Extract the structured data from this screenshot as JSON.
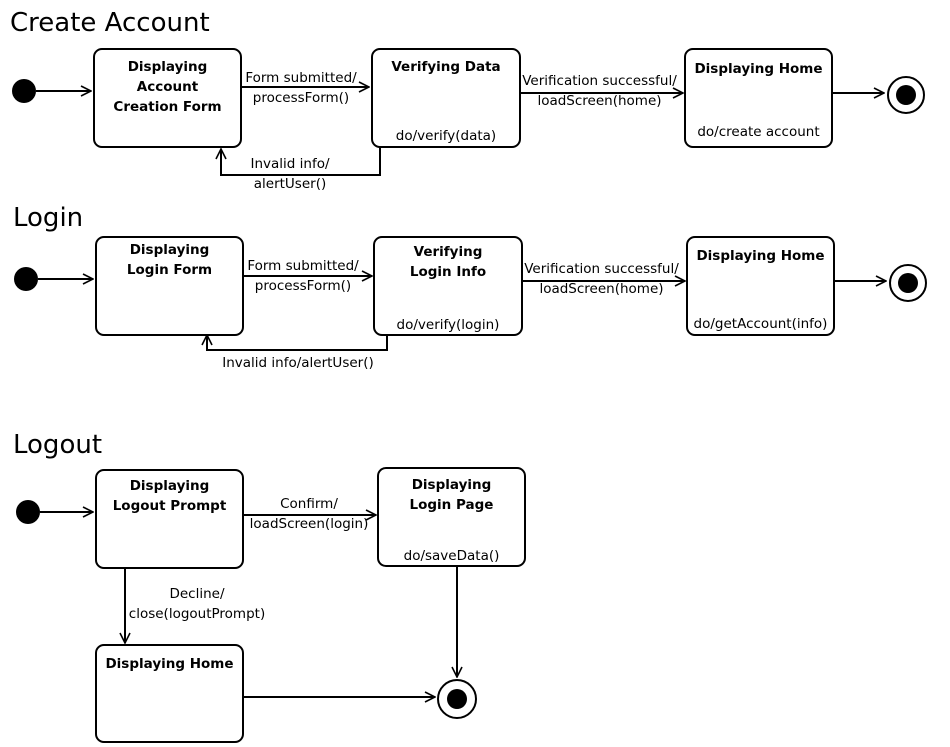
{
  "sections": {
    "create": {
      "title": "Create Account",
      "states": {
        "form": {
          "name": "Displaying Account\nCreation Form",
          "activity": ""
        },
        "verify": {
          "name": "Verifying Data",
          "activity": "do/verify(data)"
        },
        "home": {
          "name": "Displaying Home",
          "activity": "do/create account"
        }
      },
      "transitions": {
        "submit": "Form submitted/\nprocessForm()",
        "success": "Verification successful/\nloadScreen(home)",
        "invalid": "Invalid info/\nalertUser()"
      }
    },
    "login": {
      "title": "Login",
      "states": {
        "form": {
          "name": "Displaying\nLogin Form",
          "activity": ""
        },
        "verify": {
          "name": "Verifying\nLogin Info",
          "activity": "do/verify(login)"
        },
        "home": {
          "name": "Displaying Home",
          "activity": "do/getAccount(info)"
        }
      },
      "transitions": {
        "submit": "Form submitted/\nprocessForm()",
        "success": "Verification successful/\nloadScreen(home)",
        "invalid": "Invalid info/alertUser()"
      }
    },
    "logout": {
      "title": "Logout",
      "states": {
        "prompt": {
          "name": "Displaying\nLogout Prompt",
          "activity": ""
        },
        "loginpage": {
          "name": "Displaying\nLogin Page",
          "activity": "do/saveData()"
        },
        "home": {
          "name": "Displaying Home",
          "activity": ""
        }
      },
      "transitions": {
        "confirm": "Confirm/\nloadScreen(login)",
        "decline": "Decline/\nclose(logoutPrompt)"
      }
    }
  }
}
